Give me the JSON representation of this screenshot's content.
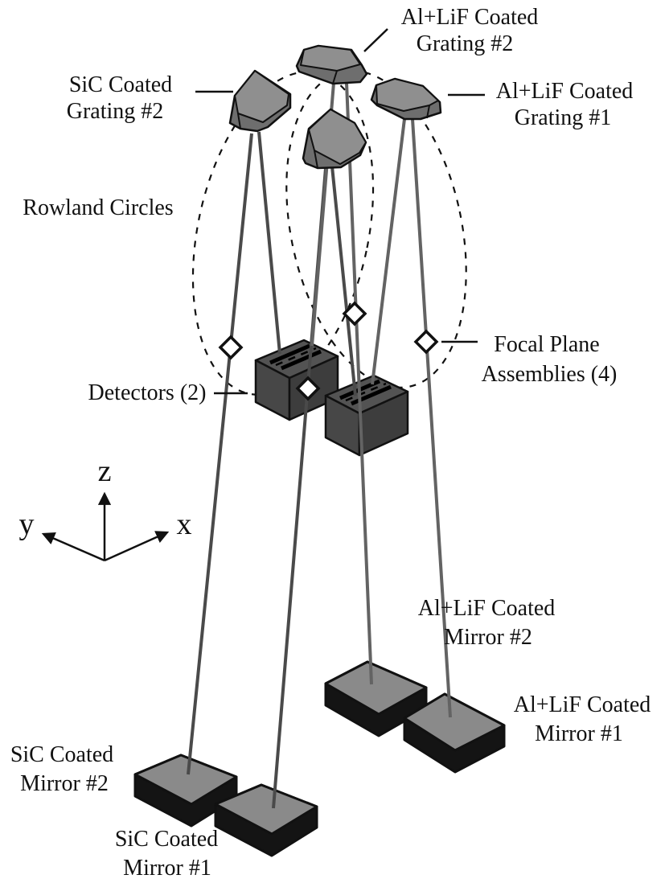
{
  "labels": {
    "grating_al_lif_2": [
      "Al+LiF Coated",
      "Grating #2"
    ],
    "grating_sic_2": [
      "SiC Coated",
      "Grating #2"
    ],
    "grating_al_lif_1": [
      "Al+LiF Coated",
      "Grating #1"
    ],
    "rowland_circles": "Rowland Circles",
    "detectors": "Detectors (2)",
    "focal_plane": [
      "Focal Plane",
      "Assemblies (4)"
    ],
    "mirror_al_lif_2": [
      "Al+LiF Coated",
      "Mirror #2"
    ],
    "mirror_al_lif_1": [
      "Al+LiF Coated",
      "Mirror #1"
    ],
    "mirror_sic_2": [
      "SiC Coated",
      "Mirror #2"
    ],
    "mirror_sic_1": [
      "SiC Coated",
      "Mirror #1"
    ]
  },
  "axes": {
    "x": "x",
    "y": "y",
    "z": "z"
  },
  "colors": {
    "background": "#ffffff",
    "outline": "#111111",
    "grating_top": "#8f8f8f",
    "grating_side": "#6e6e6e",
    "detector_top": "#535353",
    "detector_front": "#474747",
    "detector_side": "#3d3d3d",
    "detector_slit": "#000000",
    "mirror_top": "#8a8a8a",
    "mirror_base": "#141414",
    "beam_sic": "#4a4a4a",
    "beam_lif": "#636363"
  }
}
